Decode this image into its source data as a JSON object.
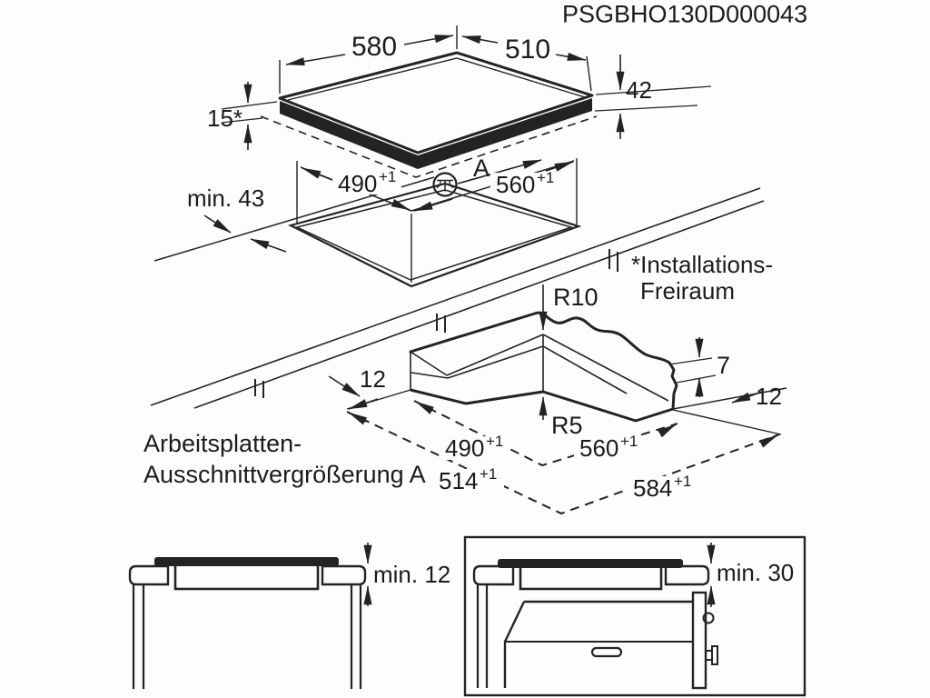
{
  "title_code": "PSGBHO130D000043",
  "colors": {
    "line": "#232323",
    "background": "#ffffff"
  },
  "hob_view": {
    "width": "580",
    "depth": "510",
    "height": "42",
    "lip": "15*"
  },
  "cutout_view": {
    "front_clearance": "min. 43",
    "width": "490",
    "width_tol": "+1",
    "depth": "560",
    "depth_tol": "+1",
    "detail_ref": "A",
    "center_icon": "hob-center-mark"
  },
  "installation_note": {
    "line1": "*Installations-",
    "line2": "Freiraum"
  },
  "detail_view": {
    "caption_line1": "Arbeitsplatten-",
    "caption_line2": "Ausschnittvergrößerung A",
    "top_radius": "R10",
    "bottom_radius": "R5",
    "rebate_depth": "7",
    "margin_left": "12",
    "margin_right": "12",
    "inner_width": "490",
    "inner_width_tol": "+1",
    "inner_depth": "560",
    "inner_depth_tol": "+1",
    "outer_width": "514",
    "outer_width_tol": "+1",
    "outer_depth": "584",
    "outer_depth_tol": "+1"
  },
  "worktop_view": {
    "min_thickness": "min. 12"
  },
  "oven_view": {
    "min_clearance": "min. 30"
  }
}
